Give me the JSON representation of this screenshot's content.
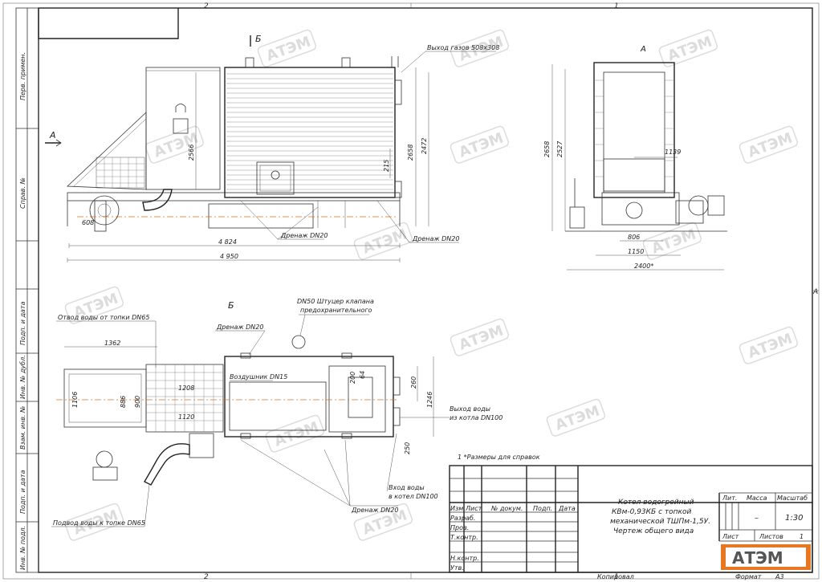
{
  "zones": {
    "top_left": "2",
    "top_right": "1",
    "bottom_left": "2",
    "bottom_right": "1",
    "right_side": "A"
  },
  "side_labels": [
    "Перв. примен.",
    "Справ. №",
    "Подп. и дата",
    "Инв. № дубл.",
    "Взам. инв. №",
    "Подп. и дата",
    "Инв. № подл."
  ],
  "views": {
    "section_b_mark": "Б",
    "arrow_a_left": "A",
    "side_view_label": "A",
    "top_view_label": "Б"
  },
  "callouts": {
    "gas_outlet": "Выход газов 508х308",
    "drain_front_1": "Дренаж DN20",
    "drain_front_2": "Дренаж DN20",
    "water_from_furnace": "Отвод воды от топки DN65",
    "drain_top": "Дренаж DN20",
    "valve_fitting_1": "DN50 Штуцер клапана",
    "valve_fitting_2": "предохранительного",
    "air_vent": "Воздушник DN15",
    "water_out_1": "Выход воды",
    "water_out_2": "из котла DN100",
    "water_in_1": "Вход воды",
    "water_in_2": "в котел DN100",
    "drain_bottom": "Дренаж DN20",
    "water_to_furnace": "Подвод воды к топке DN65"
  },
  "dimensions": {
    "front": {
      "d608": "608",
      "d2566": "2566",
      "d2658": "2658",
      "d2472": "2472",
      "d215": "215",
      "d4824": "4 824",
      "d4950": "4 950"
    },
    "side": {
      "d2658": "2658",
      "d2527": "2527",
      "d1139": "1139",
      "d806": "806",
      "d1150": "1150",
      "d2400": "2400*"
    },
    "top": {
      "d1362": "1362",
      "d1106": "1106",
      "d886": "886",
      "d900": "900",
      "d1208": "1208",
      "d1120": "1120",
      "d200": "200",
      "d64": "64",
      "d260": "260",
      "d1246": "1246",
      "d250": "250"
    }
  },
  "note": "1  *Размеры для справок",
  "logo_mark": "АТЭМ",
  "title_block": {
    "title_line1": "Котел водогрейный",
    "title_line2": "КВм-0,93КБ с топкой",
    "title_line3": "механической ТШПм-1,5У.",
    "title_line4": "Чертеж общего вида",
    "col_izm": "Изм.",
    "col_list": "Лист",
    "col_doc": "№ докум.",
    "col_sign": "Подп.",
    "col_date": "Дата",
    "row_razrab": "Разраб.",
    "row_prov": "Пров.",
    "row_tkontr": "Т.контр.",
    "row_nkontr": "Н.контр.",
    "row_utv": "Утв.",
    "lit": "Лит.",
    "massa": "Масса",
    "masshtab": "Масштаб",
    "massa_value": "–",
    "scale_value": "1:30",
    "sheet": "Лист",
    "sheets": "Листов",
    "sheets_value": "1",
    "logo": "АТЭМ",
    "copied": "Копировал",
    "format": "Формат",
    "format_value": "A3"
  }
}
